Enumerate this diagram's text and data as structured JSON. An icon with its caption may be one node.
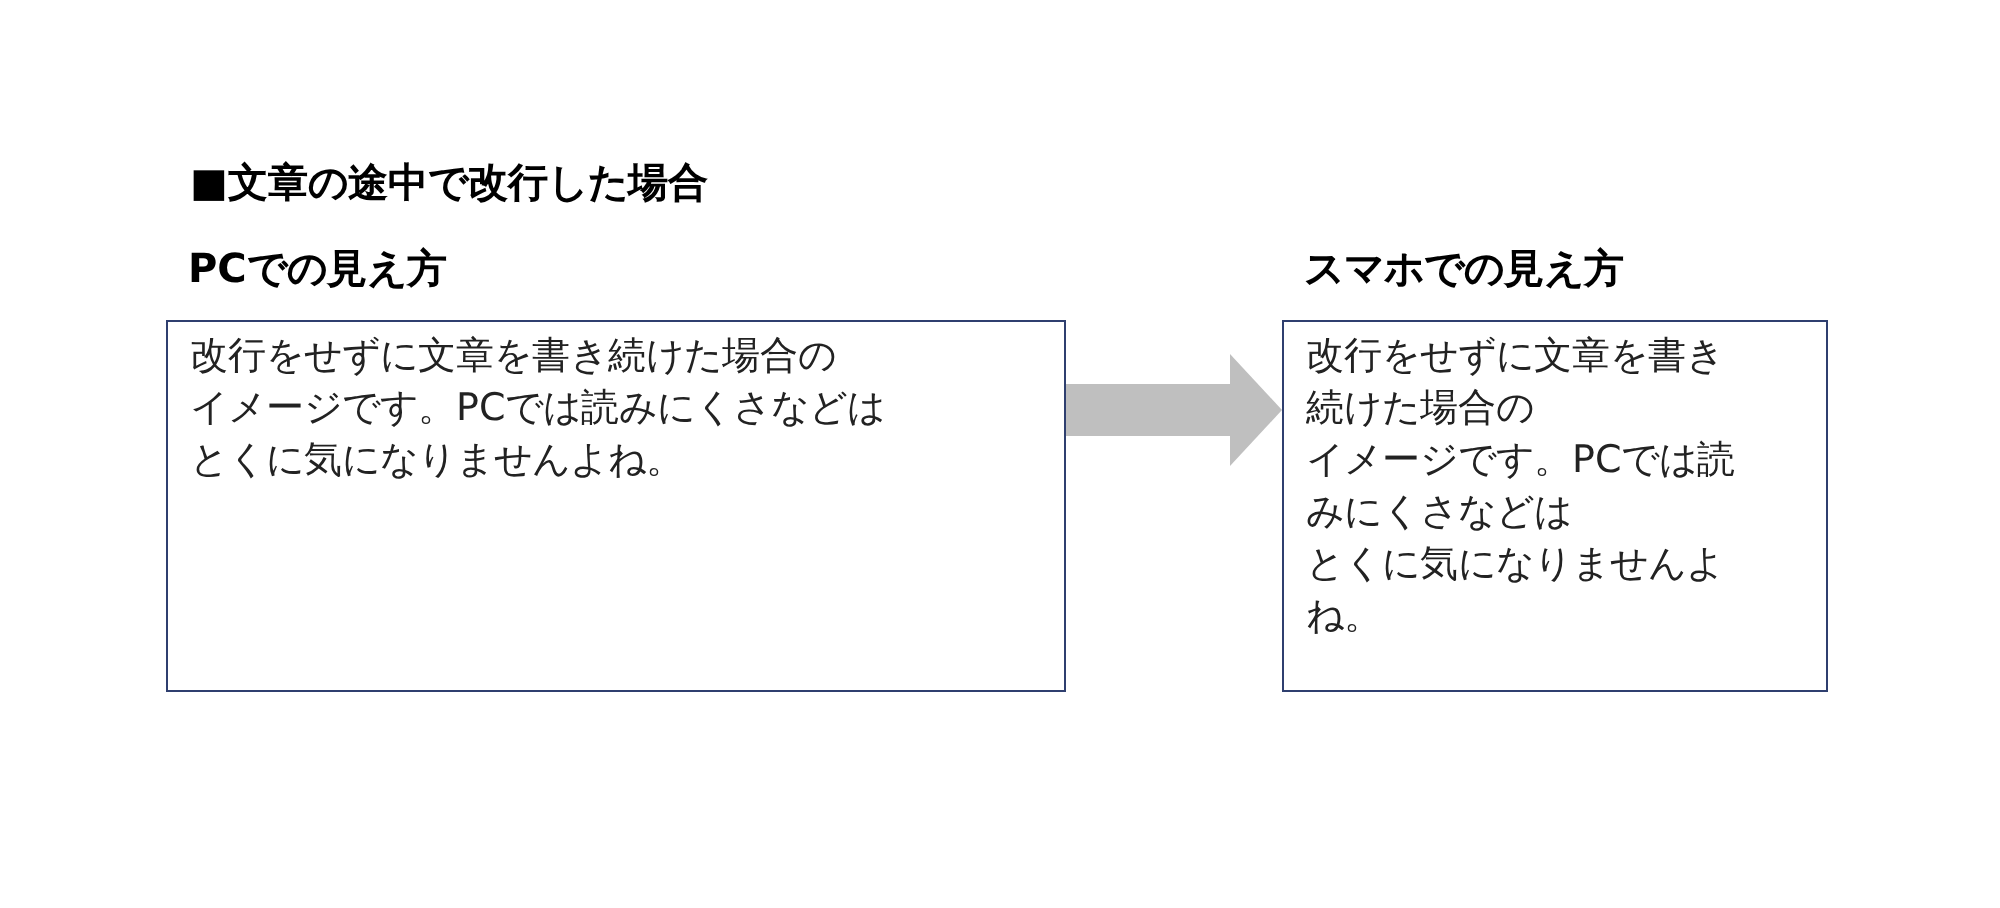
{
  "diagram": {
    "title": "■文章の途中で改行した場合",
    "nodes": [
      {
        "text": [
          "PCでの見え方",
          "改行をせずに文章を書き続けた場合の",
          "イメージです。PCでは読みにくさなどは",
          "とくに気になりませんよね。"
        ]
      },
      {
        "text": [
          "スマホでの見え方",
          "改行をせずに文章を書き続けた場合の",
          "イメージです。PCでは読みにくさなどは",
          "とくに気になりませんよね。"
        ]
      }
    ],
    "edges": [
      {
        "from": 0,
        "to": 1,
        "arrow": "to"
      }
    ]
  }
}
